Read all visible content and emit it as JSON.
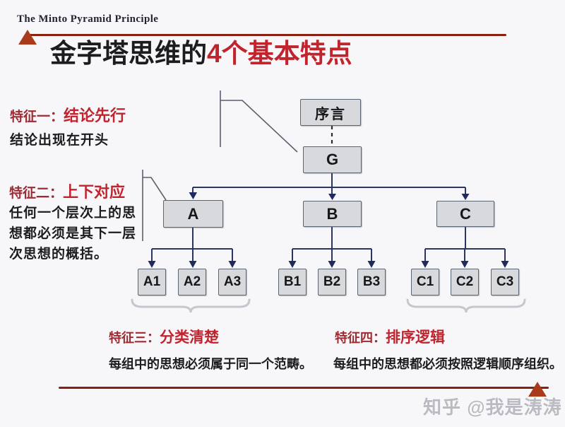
{
  "header": {
    "brand": "The Minto Pyramid Principle",
    "title_black": "金字塔思维的",
    "title_red": "4个基本特点"
  },
  "features": {
    "f1": {
      "prefix": "特征一：",
      "title": "结论先行",
      "desc": "结论出现在开头"
    },
    "f2": {
      "prefix": "特征二：",
      "title": "上下对应",
      "desc": "任何一个层次上的思想都必须是其下一层次思想的概括。"
    },
    "f3": {
      "prefix": "特征三：",
      "title": "分类清楚",
      "desc": "每组中的思想必须属于同一个范畴。"
    },
    "f4": {
      "prefix": "特征四：",
      "title": "排序逻辑",
      "desc": "每组中的思想都必须按照逻辑顺序组织。"
    }
  },
  "diagram": {
    "preface": "序言",
    "root": "G",
    "groups": [
      "A",
      "B",
      "C"
    ],
    "children": [
      "A1",
      "A2",
      "A3",
      "B1",
      "B2",
      "B3",
      "C1",
      "C2",
      "C3"
    ]
  },
  "watermark": "知乎 @我是涛涛",
  "colors": {
    "accent": "#c2242e",
    "accent-dark": "#9e2b33",
    "rule": "#8a200f",
    "triangle": "#a93a1c",
    "connector": "#2a3560",
    "arrow": "#1f2a5e",
    "callout": "#5b5f6e",
    "box-fill": "#d8d9dc",
    "box-border": "#5c6372",
    "brace": "#c4c8ce",
    "text": "#1c1c1e",
    "brand": "#23232f",
    "watermark": "#b9bac2",
    "background": "#f7f7fa"
  }
}
